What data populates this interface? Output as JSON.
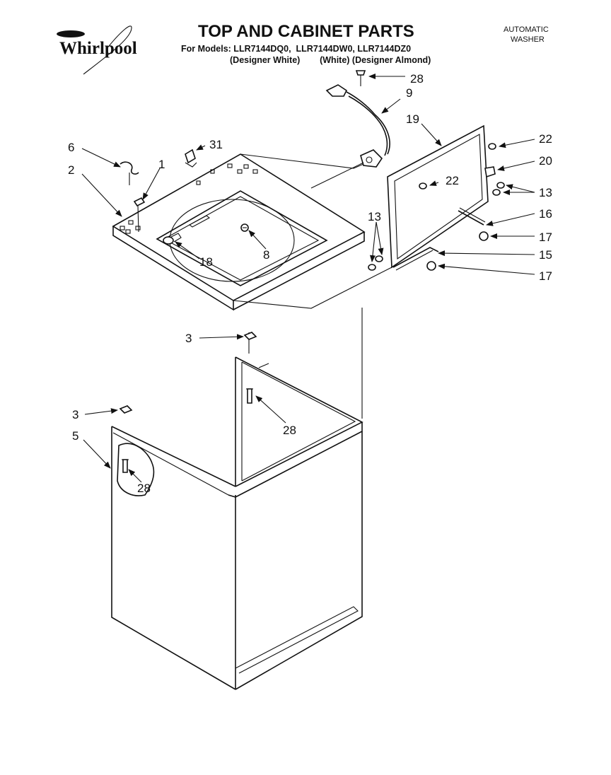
{
  "header": {
    "brand": "Whirlpool",
    "title": "TOP AND CABINET PARTS",
    "models_line": "For Models: LLR7144DQ0,  LLR7144DW0, LLR7144DZ0",
    "variants_line": "(Designer White)        (White) (Designer Almond)",
    "product_type_line1": "AUTOMATIC",
    "product_type_line2": "WASHER"
  },
  "callouts": {
    "c28_hinge": "28",
    "c9": "9",
    "c19": "19",
    "c22_top": "22",
    "c20": "20",
    "c22_inner": "22",
    "c13_right": "13",
    "c16": "16",
    "c17_top": "17",
    "c15": "15",
    "c17_bottom": "17",
    "c13_left": "13",
    "c6": "6",
    "c31": "31",
    "c1": "1",
    "c2": "2",
    "c8": "8",
    "c18": "18",
    "c3_rear": "3",
    "c28_cabinet": "28",
    "c3_front": "3",
    "c5": "5",
    "c28_front": "28"
  }
}
